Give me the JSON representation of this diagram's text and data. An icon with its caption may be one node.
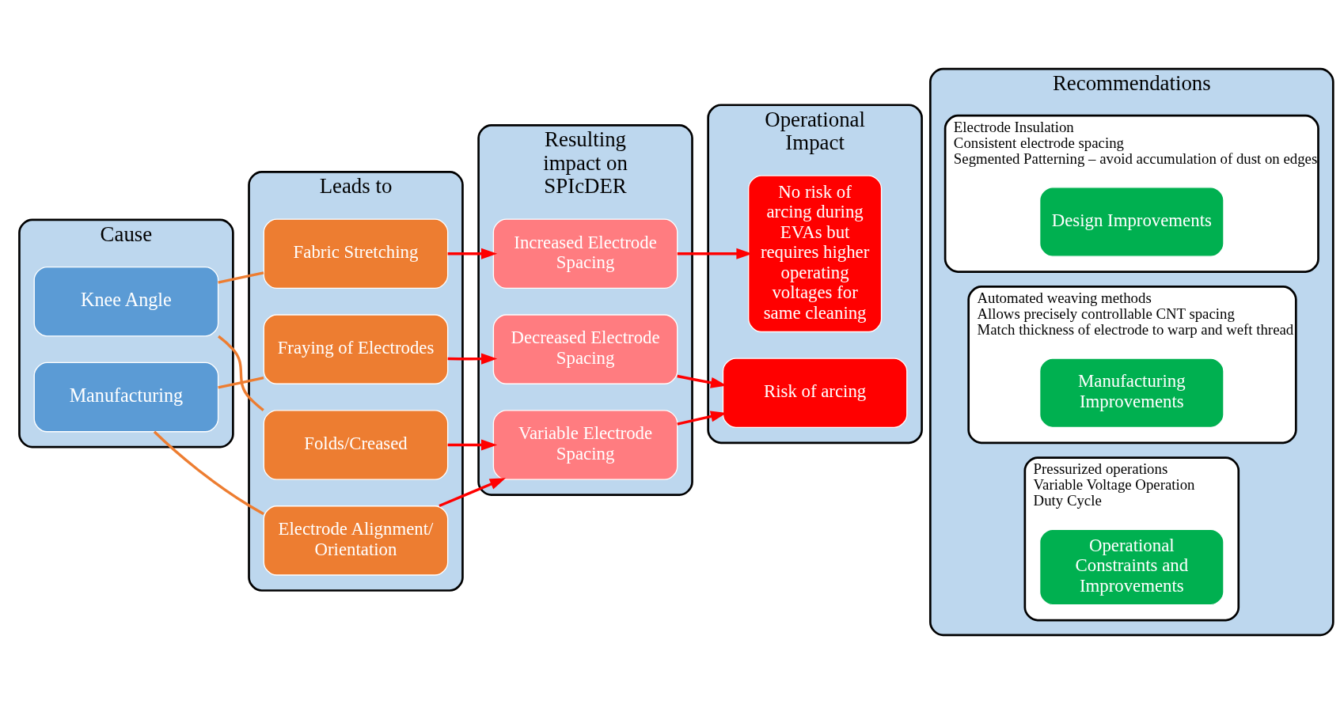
{
  "diagram": {
    "nodes": [
      {
        "text": [
          "Cause"
        ]
      },
      {
        "text": [
          "Knee Angle"
        ],
        "in": 0
      },
      {
        "text": [
          "Manufacturing"
        ],
        "in": 0
      },
      {
        "text": [
          "Leads to"
        ]
      },
      {
        "text": [
          "Fabric Stretching"
        ],
        "in": 3
      },
      {
        "text": [
          "Folds/Creased"
        ],
        "in": 3
      },
      {
        "text": [
          "Electrode Alignment/ Orientation"
        ],
        "in": 3
      },
      {
        "text": [
          "Fraying of Electrodes"
        ],
        "in": 3
      },
      {
        "text": [
          "Resulting impact on SPIcDER"
        ]
      },
      {
        "text": [
          "Increased Electrode Spacing"
        ],
        "in": 8
      },
      {
        "text": [
          "Variable Electrode Spacing"
        ],
        "in": 8
      },
      {
        "text": [
          "Decreased Electrode Spacing"
        ],
        "in": 8
      },
      {
        "text": [
          "Operational Impact"
        ]
      },
      {
        "text": [
          "No risk of arcing during EVAs but requires higher operating voltages for same cleaning"
        ],
        "in": 12
      },
      {
        "text": [
          "Risk of arcing"
        ],
        "in": 12
      },
      {
        "text": [
          "Recommendations"
        ]
      },
      {
        "text": [
          "Electrode Insulation",
          "Consistent electrode spacing",
          "Segmented Patterning – avoid accumulation of dust on edges"
        ],
        "in": 15
      },
      {
        "text": [
          "Design Improvements"
        ],
        "in": 16
      },
      {
        "text": [
          "Automated weaving methods",
          "Allows precisely controllable CNT spacing",
          "Match thickness of electrode to warp and weft thread"
        ],
        "in": 15
      },
      {
        "text": [
          "Manufacturing Improvements"
        ],
        "in": 18
      },
      {
        "text": [
          "Pressurized operations",
          "Variable Voltage Operation",
          "Duty Cycle"
        ],
        "in": 15
      },
      {
        "text": [
          "Operational Constraints and Improvements"
        ],
        "in": 20
      }
    ],
    "edges": [
      {
        "from": 1,
        "to": 4,
        "arrow": "none",
        "color": "#ed7d31"
      },
      {
        "from": 1,
        "to": 5,
        "arrow": "none",
        "color": "#ed7d31"
      },
      {
        "from": 2,
        "to": 6,
        "arrow": "none",
        "color": "#ed7d31"
      },
      {
        "from": 2,
        "to": 7,
        "arrow": "none",
        "color": "#ed7d31"
      },
      {
        "from": 4,
        "to": 9,
        "arrow": "to"
      },
      {
        "from": 5,
        "to": 10,
        "arrow": "to"
      },
      {
        "from": 6,
        "to": 10,
        "arrow": "to"
      },
      {
        "from": 7,
        "to": 11,
        "arrow": "to"
      },
      {
        "from": 9,
        "to": 13,
        "arrow": "to"
      },
      {
        "from": 10,
        "to": 14,
        "arrow": "to"
      },
      {
        "from": 11,
        "to": 14,
        "arrow": "to"
      }
    ]
  }
}
